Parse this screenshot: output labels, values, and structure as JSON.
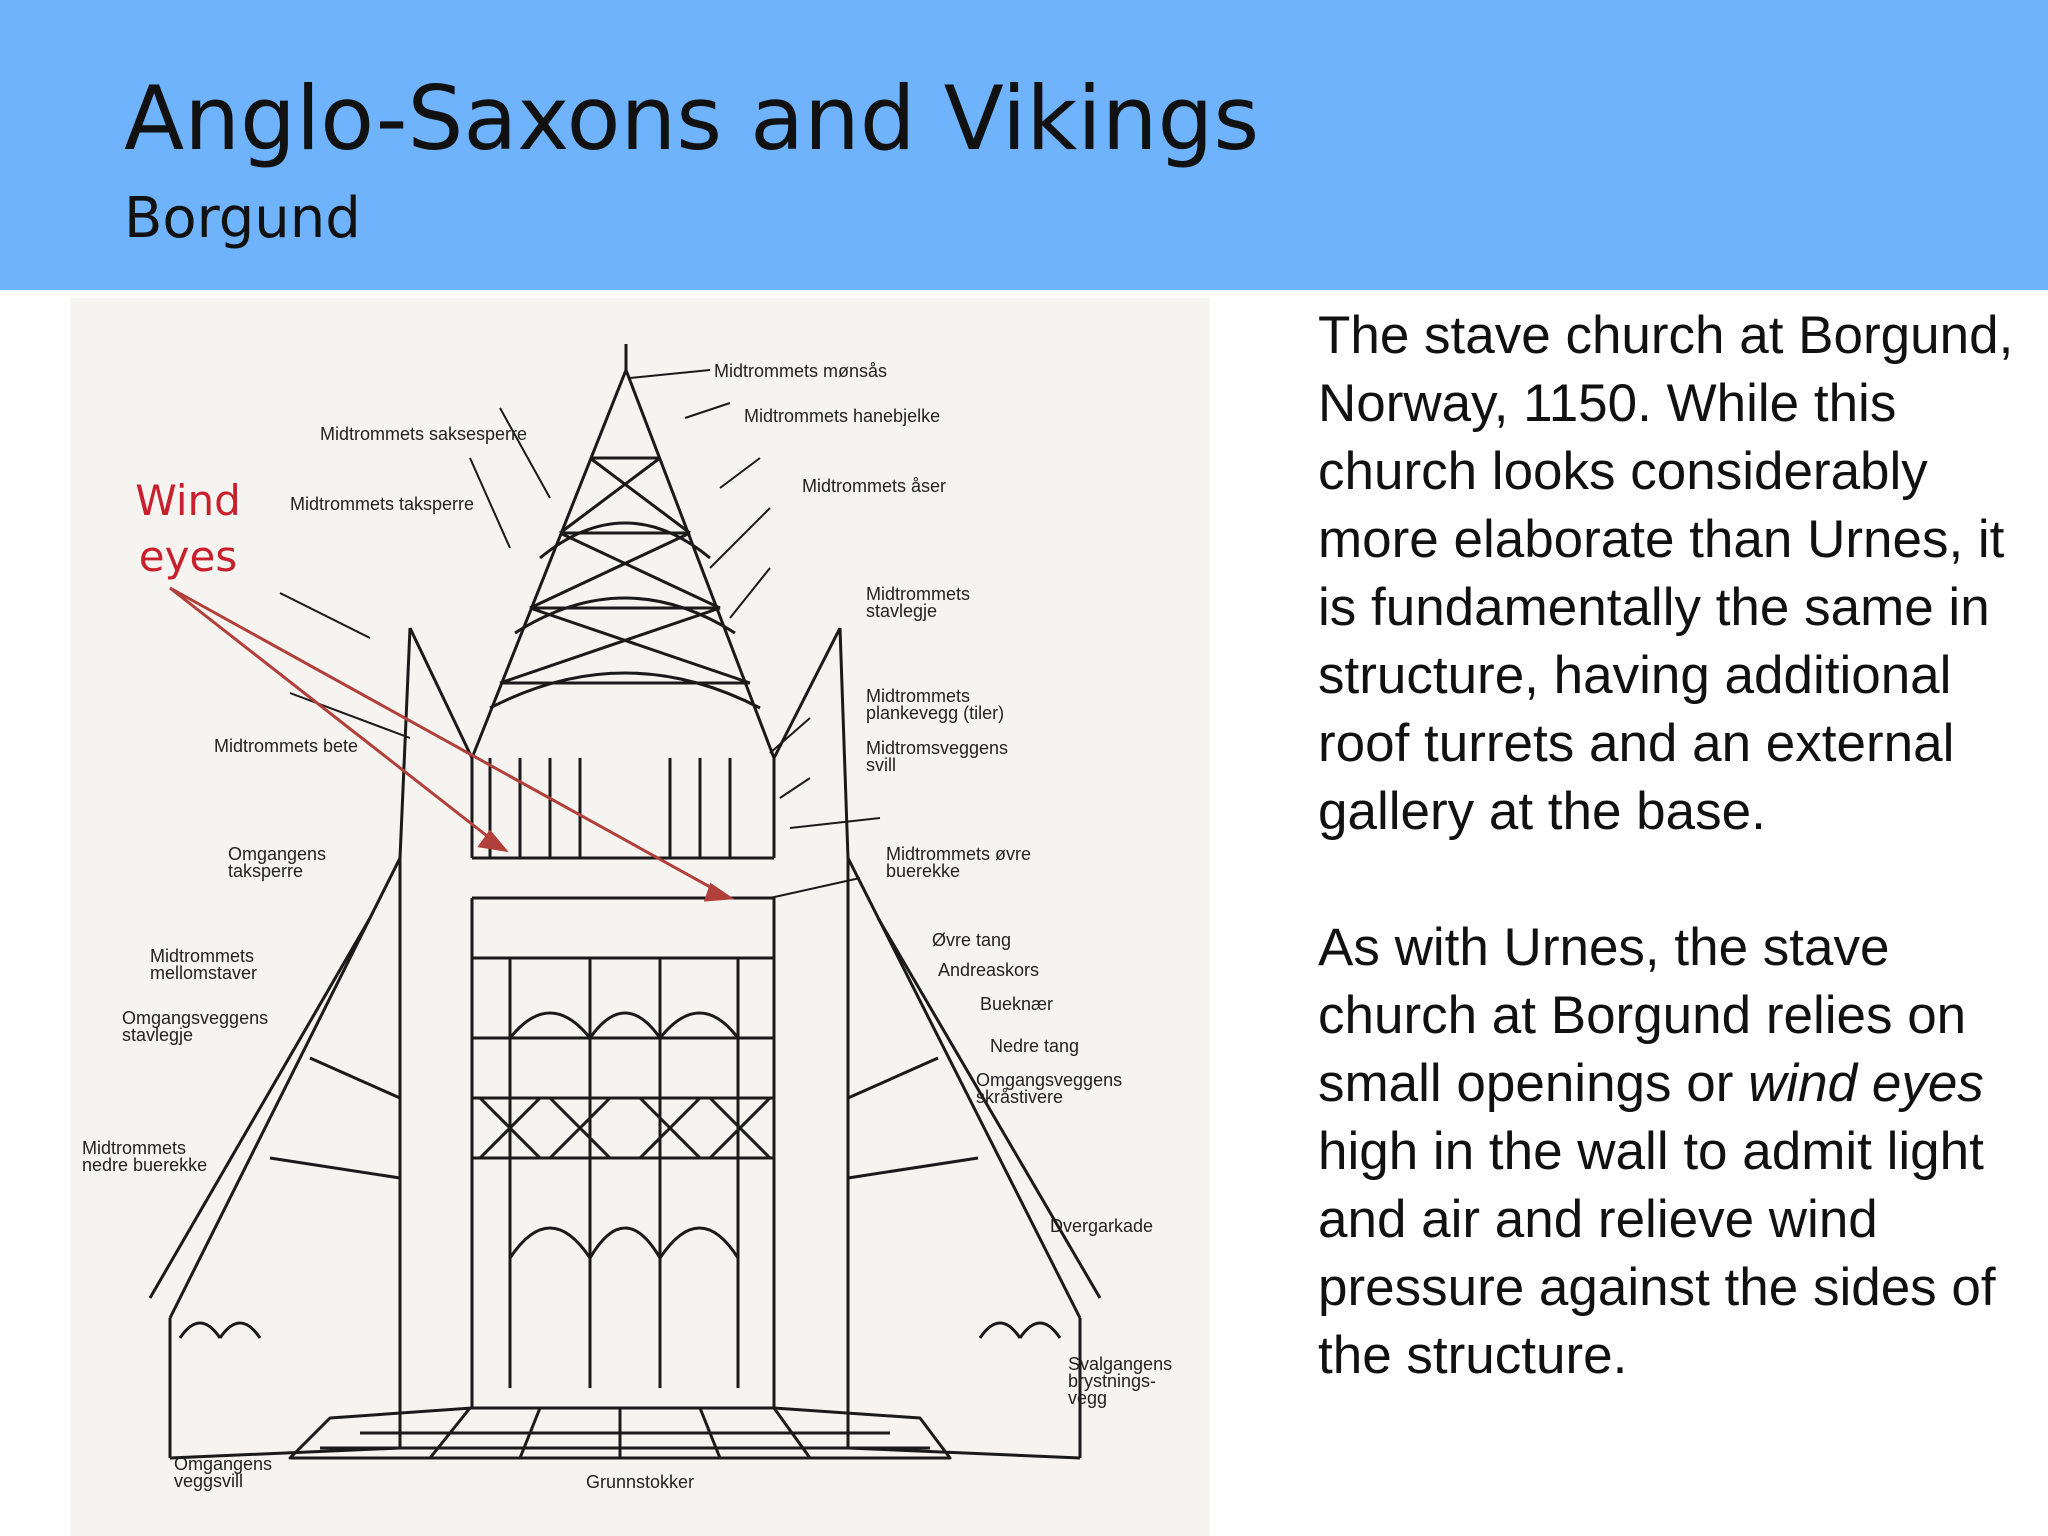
{
  "slide": {
    "title": "Anglo-Saxons and Vikings",
    "subtitle": "Borgund"
  },
  "diagram": {
    "wind_eyes_label": "Wind\neyes",
    "labels": [
      "Midtrommets mønsås",
      "Midtrommets hanebjelke",
      "Midtrommets saksesperre",
      "Midtrommets taksperre",
      "Midtrommets åser",
      "Midtrommets\nstavlegje",
      "Midtrommets\nplankevegg (tiler)",
      "Midtromsveggens\nsvill",
      "Midtrommets bete",
      "Omgangens\ntaksperre",
      "Midtrommets øvre\nbuerekke",
      "Øvre tang",
      "Andreaskors",
      "Midtrommets\nmellomstaver",
      "Bueknær",
      "Omgangsveggens\nstavlegje",
      "Nedre tang",
      "Omgangsveggens\nskråstivere",
      "Midtrommets\nnedre buerekke",
      "Dvergarkade",
      "Svalgangens\nbrystnings-\nvegg",
      "Omgangens\nveggsvill",
      "Grunnstokker"
    ],
    "colors": {
      "arrow": "#b1403a",
      "wind_text": "#c8202c",
      "ink": "#1a1a1a",
      "paper": "#f5f4f1"
    }
  },
  "paragraphs": {
    "p1": "The stave church at Borgund, Norway, 1150. While this church looks considerably more elaborate than Urnes, it is fundamentally the same in structure, having additional roof turrets and an external gallery at the base.",
    "p2_before": "As with Urnes, the stave church at Borgund relies on small openings or ",
    "p2_em": "wind eyes",
    "p2_after": " high in the wall to admit light and air and relieve wind pressure against the sides of the structure."
  },
  "header_color": "#6fb3fc"
}
